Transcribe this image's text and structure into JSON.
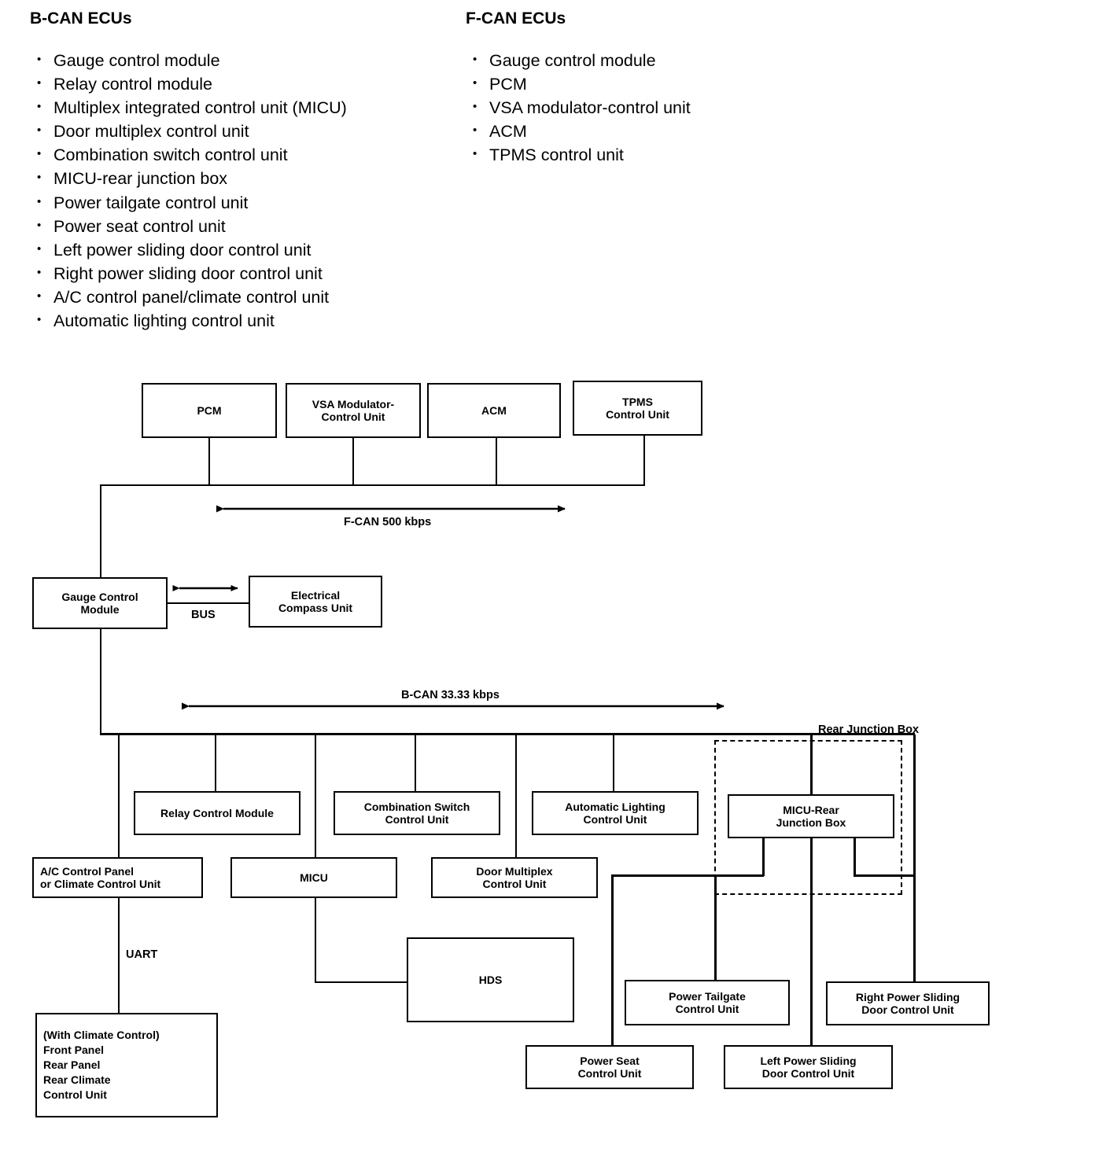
{
  "lists": {
    "bcan": {
      "title": "B-CAN ECUs",
      "items": [
        "Gauge control module",
        "Relay control module",
        "Multiplex integrated control unit (MICU)",
        "Door multiplex control unit",
        "Combination switch control unit",
        "MICU-rear junction box",
        "Power tailgate control unit",
        "Power seat control unit",
        "Left power sliding door control unit",
        "Right power sliding door control unit",
        "A/C control panel/climate control unit",
        "Automatic lighting control unit"
      ]
    },
    "fcan": {
      "title": "F-CAN ECUs",
      "items": [
        "Gauge control module",
        "PCM",
        "VSA modulator-control unit",
        "ACM",
        "TPMS control unit"
      ]
    }
  },
  "diagram": {
    "nodes": {
      "pcm": "PCM",
      "vsa": "VSA Modulator-\nControl Unit",
      "acm": "ACM",
      "tpms": "TPMS\nControl Unit",
      "gauge": "Gauge Control\nModule",
      "compass": "Electrical\nCompass Unit",
      "relay": "Relay Control Module",
      "combination": "Combination Switch\nControl Unit",
      "autolight": "Automatic Lighting\nControl Unit",
      "micurear": "MICU-Rear\nJunction Box",
      "ac": "A/C Control Panel\nor Climate Control Unit",
      "micu": "MICU",
      "doormux": "Door Multiplex\nControl Unit",
      "hds": "HDS",
      "tailgate": "Power Tailgate\nControl Unit",
      "rightdoor": "Right Power Sliding\nDoor Control Unit",
      "powerseat": "Power Seat\nControl Unit",
      "leftdoor": "Left Power Sliding\nDoor Control Unit",
      "climate": "(With Climate Control)\nFront Panel\nRear Panel\nRear Climate\nControl Unit"
    },
    "labels": {
      "fcan_bus": "F-CAN 500 kbps",
      "bcan_bus": "B-CAN 33.33 kbps",
      "bus": "BUS",
      "uart": "UART",
      "rear_junction_box": "Rear Junction Box"
    },
    "colors": {
      "line": "#000000",
      "background": "#ffffff"
    }
  }
}
